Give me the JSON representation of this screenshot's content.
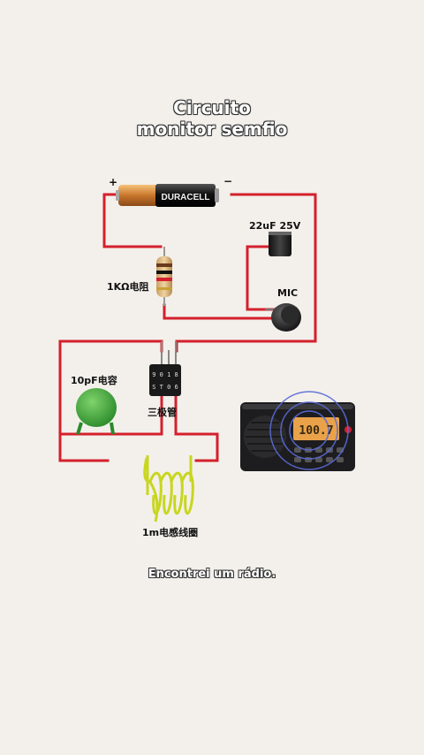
{
  "title_line1": "Circuito",
  "title_line2": "monitor semfio",
  "battery": {
    "brand": "DURACELL",
    "plus": "+",
    "minus": "−"
  },
  "capacitor_label": "22uF  25V",
  "resistor_label": "1KΩ电阻",
  "mic_label": "MIC",
  "capacitor_small_label": "10pF电容",
  "transistor": {
    "line1": "9 0 1 8",
    "line2": "S T 0 6",
    "label": "三极管"
  },
  "inductor_label": "1m电感线圈",
  "radio_display": "100.7",
  "caption": "Encontrei um rádio.",
  "colors": {
    "wire": "#d4202c",
    "background": "#f3f0eb",
    "pf_cap": "#3aa637",
    "coil": "#d8e22a"
  }
}
